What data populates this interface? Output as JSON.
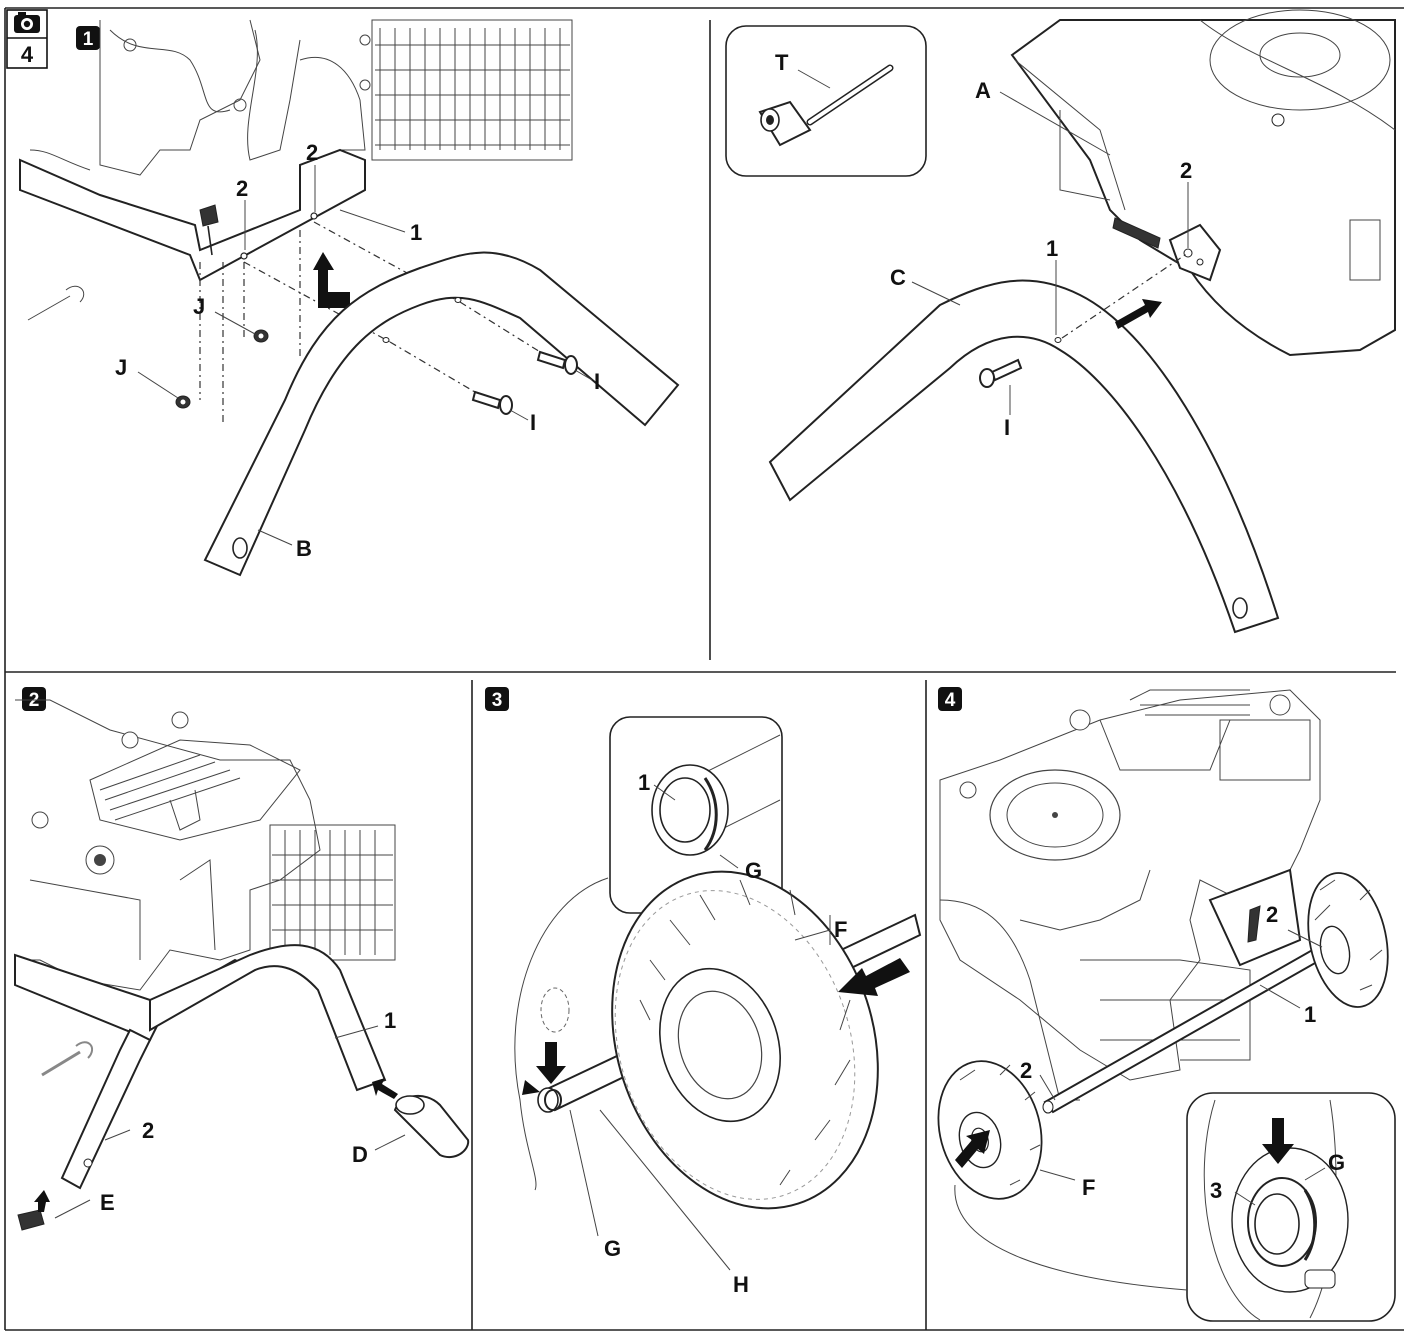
{
  "figure": {
    "number": "4",
    "camera_icon": "camera-icon"
  },
  "steps": [
    {
      "label": "1"
    },
    {
      "label": "2"
    },
    {
      "label": "3"
    },
    {
      "label": "4"
    }
  ],
  "panel1a": {
    "callouts": [
      "2",
      "2",
      "1",
      "J",
      "J",
      "I",
      "I",
      "B"
    ]
  },
  "panel1b": {
    "callouts": [
      "T",
      "A",
      "2",
      "1",
      "C",
      "I"
    ]
  },
  "panel2": {
    "callouts": [
      "1",
      "2",
      "D",
      "E"
    ]
  },
  "panel3": {
    "callouts": [
      "1",
      "G",
      "F",
      "G",
      "H"
    ]
  },
  "panel4": {
    "callouts": [
      "2",
      "1",
      "2",
      "F",
      "G",
      "3"
    ]
  }
}
